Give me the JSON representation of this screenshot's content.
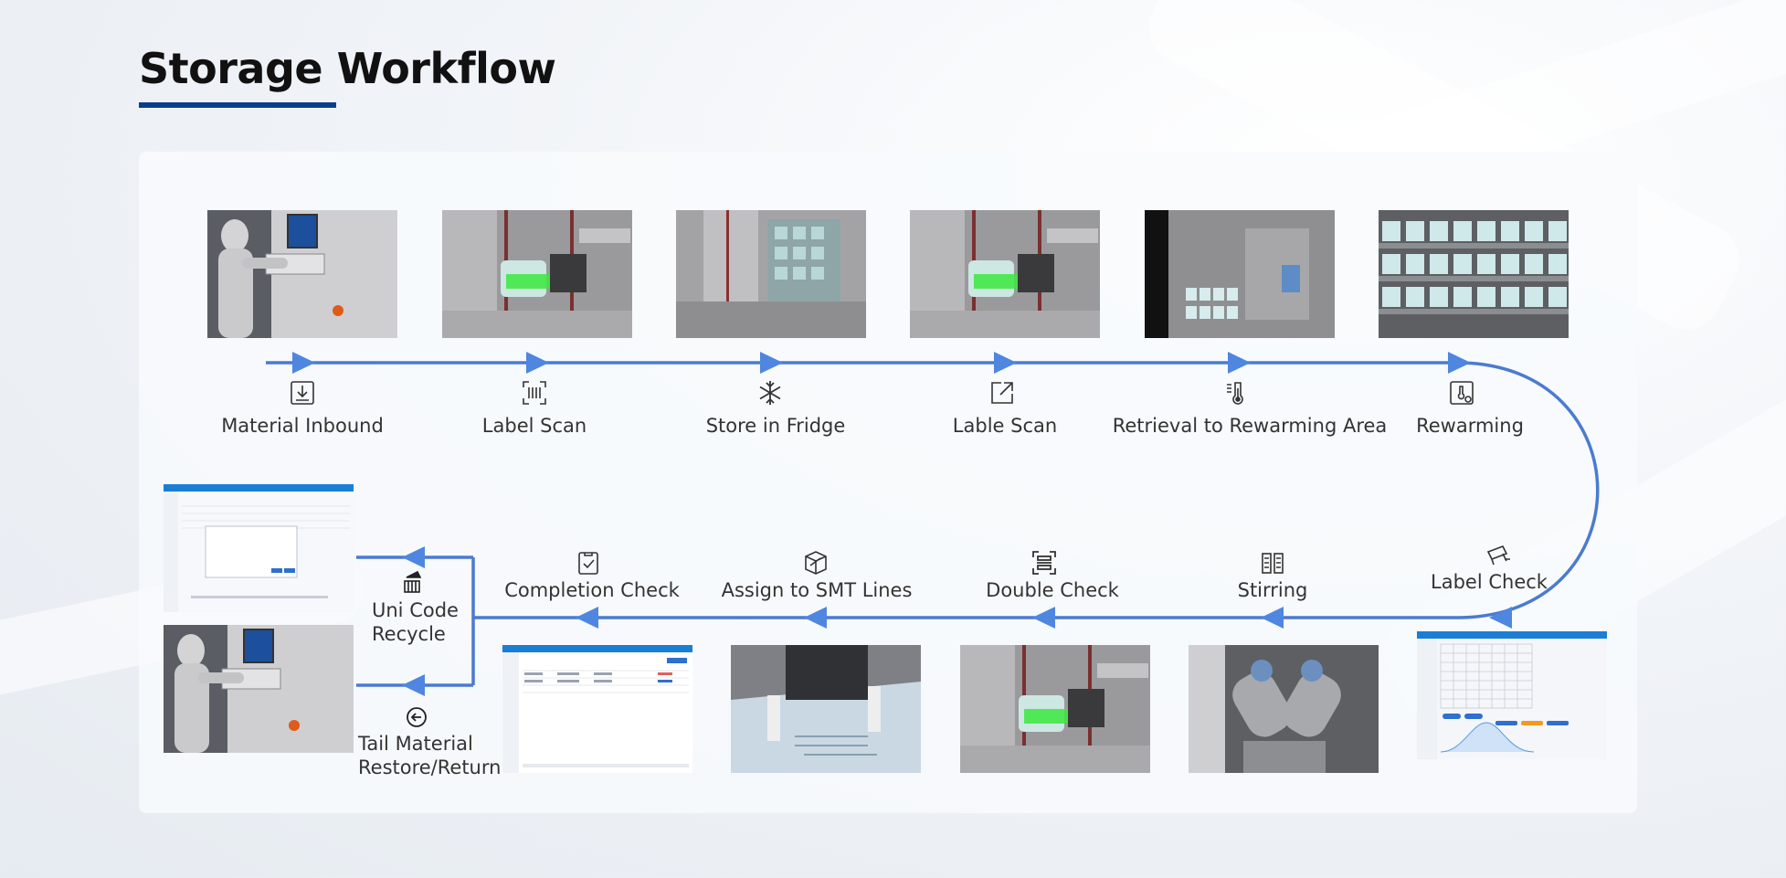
{
  "page": {
    "title": "Storage Workflow"
  },
  "colors": {
    "accent": "#0c3d8c",
    "flow": "#4a7bd0",
    "arrow": "#4f86e0"
  },
  "steps_top": [
    {
      "label": "Material Inbound",
      "icon": "inbound-tray-icon",
      "image": "operator-loading-cabinet"
    },
    {
      "label": "Label Scan",
      "icon": "barcode-scan-icon",
      "image": "robot-gripper-scanning-jar"
    },
    {
      "label": "Store in Fridge",
      "icon": "snowflake-icon",
      "image": "fridge-storage-rack"
    },
    {
      "label": "Lable Scan",
      "icon": "export-arrow-icon",
      "image": "robot-gripper-scanning-jar"
    },
    {
      "label": "Retrieval to Rewarming Area",
      "icon": "thermometer-icon",
      "image": "rewarming-rack-robot"
    },
    {
      "label": "Rewarming",
      "icon": "thermometer-box-icon",
      "image": "jars-on-shelves"
    }
  ],
  "steps_bottom": [
    {
      "label": "Label Check",
      "icon": "scanner-camera-icon",
      "image": "software-label-check-screen"
    },
    {
      "label": "Stirring",
      "icon": "mixer-icon",
      "image": "stirring-robot-arms"
    },
    {
      "label": "Double Check",
      "icon": "scan-frame-icon",
      "image": "robot-gripper-scanning-jar"
    },
    {
      "label": "Assign to SMT Lines",
      "icon": "package-icon",
      "image": "smt-stencil-printer"
    },
    {
      "label": "Completion Check",
      "icon": "clipboard-check-icon",
      "image": "software-completion-screen"
    }
  ],
  "branch": {
    "uni_code": {
      "line1": "Uni Code",
      "line2": "Recycle",
      "icon": "recycle-bin-icon",
      "image": "software-recycle-dialog"
    },
    "tail": {
      "line1": "Tail Material",
      "line2": "Restore/Return",
      "icon": "return-circle-icon",
      "image": "operator-loading-cabinet"
    }
  }
}
